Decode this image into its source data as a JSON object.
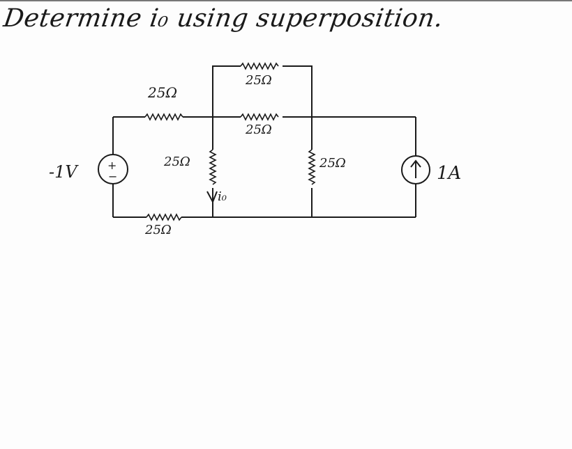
{
  "problem": {
    "title": "Determine i₀ using superposition."
  },
  "labels": {
    "r_left_top": "25Ω",
    "r_top": "25Ω",
    "r_mid_top": "25Ω",
    "r_center": "25Ω",
    "r_right": "25Ω",
    "r_left_bottom": "25Ω",
    "voltage_value": "-1V",
    "voltage_polarity_plus": "+",
    "voltage_polarity_minus": "−",
    "current_source_value": "1A",
    "current_label": "i₀"
  }
}
